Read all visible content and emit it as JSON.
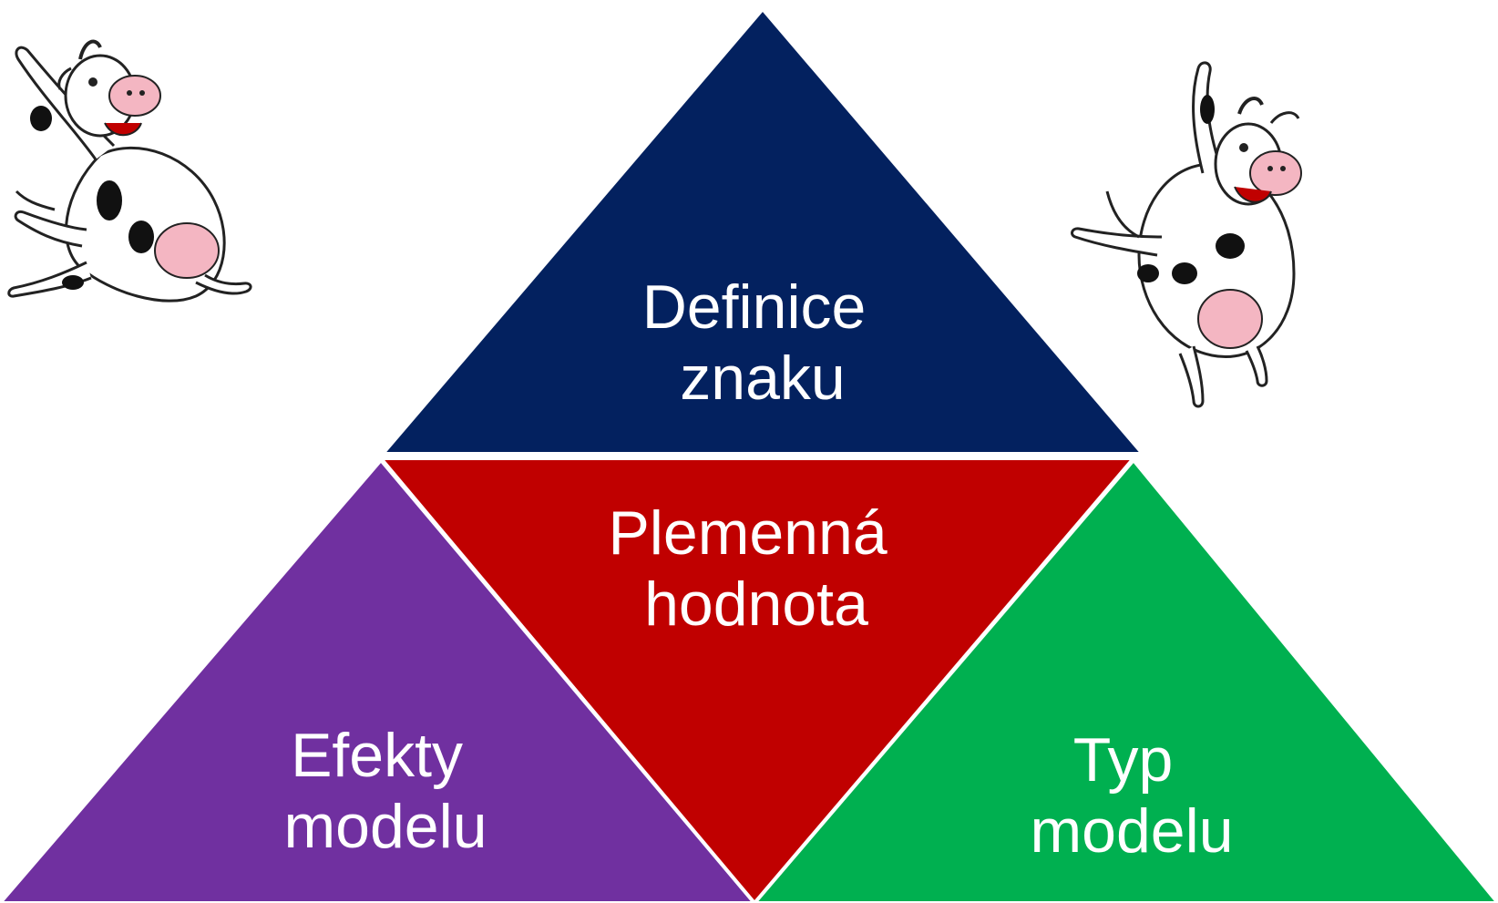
{
  "diagram": {
    "triangles": [
      {
        "id": "top",
        "lines": [
          "Definice",
          "znaku"
        ],
        "color": "#03215f"
      },
      {
        "id": "center",
        "lines": [
          "Plemenná",
          "hodnota"
        ],
        "color": "#c00000"
      },
      {
        "id": "left",
        "lines": [
          "Efekty",
          "modelu"
        ],
        "color": "#7030a0"
      },
      {
        "id": "right",
        "lines": [
          "Typ",
          "modelu"
        ],
        "color": "#00b050"
      }
    ],
    "decorations": [
      {
        "name": "cow-left-icon",
        "description_icon": "cartoon-cow"
      },
      {
        "name": "cow-right-icon",
        "description_icon": "cartoon-cow"
      }
    ]
  }
}
